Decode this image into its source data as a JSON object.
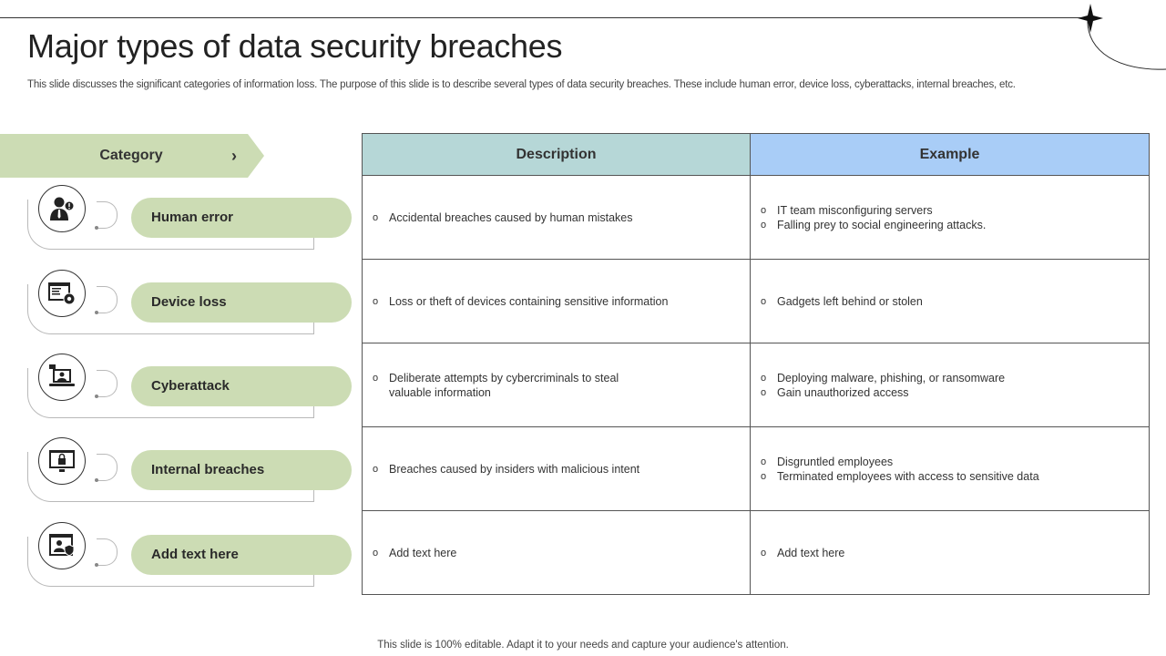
{
  "title": "Major types of data security breaches",
  "subtitle": "This slide discusses the significant categories of information loss. The purpose of this slide is to describe several types of data security breaches. These include human error, device loss, cyberattacks, internal breaches, etc.",
  "category_header": "Category",
  "categories": [
    {
      "label": "Human error",
      "icon": "employee-alert-icon"
    },
    {
      "label": "Device loss",
      "icon": "browser-gear-icon"
    },
    {
      "label": "Cyberattack",
      "icon": "laptop-hacker-icon"
    },
    {
      "label": "Internal breaches",
      "icon": "monitor-lock-icon"
    },
    {
      "label": "Add text here",
      "icon": "browser-shield-hacker-icon"
    }
  ],
  "table": {
    "headers": {
      "description": "Description",
      "example": "Example"
    },
    "rows": [
      {
        "description": [
          "Accidental breaches caused by human mistakes"
        ],
        "example": [
          "IT team misconfiguring servers",
          "Falling prey to social engineering attacks."
        ]
      },
      {
        "description": [
          "Loss or theft of devices containing sensitive information"
        ],
        "example": [
          "Gadgets left behind or stolen"
        ]
      },
      {
        "description": [
          "Deliberate attempts by cybercriminals to steal valuable information"
        ],
        "example": [
          "Deploying malware, phishing, or ransomware",
          "Gain unauthorized access"
        ]
      },
      {
        "description": [
          "Breaches caused by insiders with malicious intent"
        ],
        "example": [
          "Disgruntled employees",
          "Terminated employees with access to sensitive data"
        ]
      },
      {
        "description": [
          "Add text here"
        ],
        "example": [
          "Add text here"
        ]
      }
    ]
  },
  "footer": "This slide is 100% editable. Adapt it to your needs and capture your audience's attention.",
  "colors": {
    "category_green": "#ccdcb4",
    "description_header": "#b6d7d7",
    "example_header": "#a9cdf7"
  }
}
